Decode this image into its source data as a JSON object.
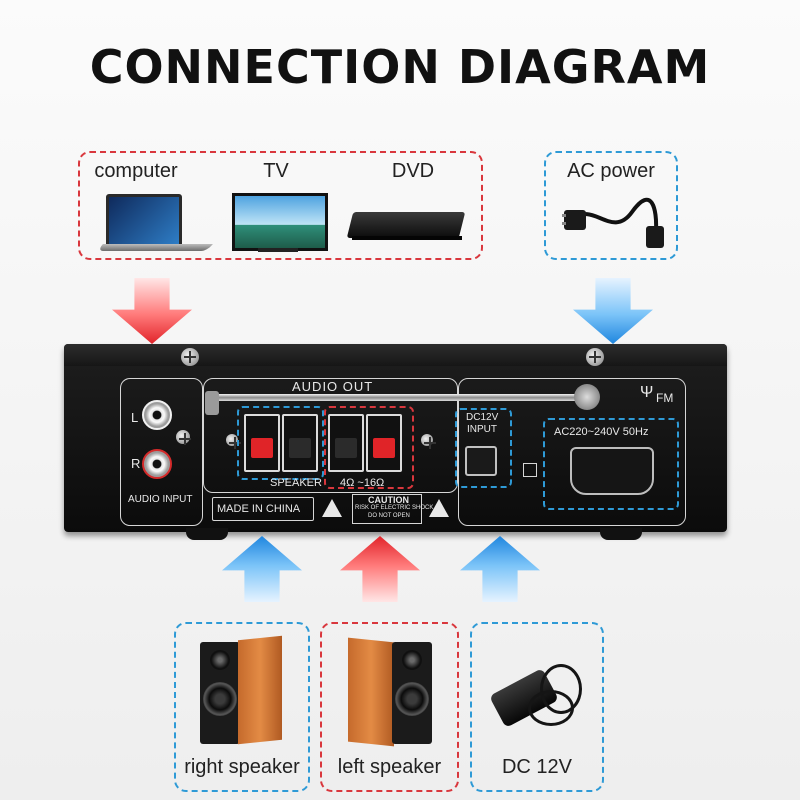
{
  "title": "CONNECTION DIAGRAM",
  "sources": {
    "computer": "computer",
    "tv": "TV",
    "dvd": "DVD"
  },
  "power": {
    "ac": "AC power"
  },
  "amplifier": {
    "panel_label": "AUDIO OUT",
    "channel_l": "L",
    "channel_r": "R",
    "audio_input": "AUDIO INPUT",
    "speaker": "SPEAKER",
    "impedance": "4Ω ~16Ω",
    "made_in": "MADE IN CHINA",
    "caution": "CAUTION",
    "caution_line1": "RISK OF ELECTRIC SHOCK",
    "caution_line2": "DO NOT OPEN",
    "dc_input_line1": "DC12V",
    "dc_input_line2": "INPUT",
    "ac_rating": "AC220~240V 50Hz",
    "fm": "FM"
  },
  "outputs": {
    "right_speaker": "right speaker",
    "left_speaker": "left speaker",
    "dc": "DC 12V"
  },
  "colors": {
    "red_group": "#d9373d",
    "blue_group": "#2e9ad6"
  }
}
